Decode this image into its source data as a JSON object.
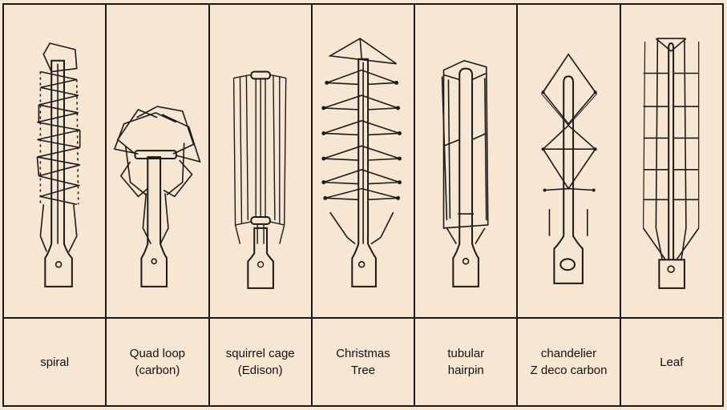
{
  "filaments": [
    {
      "id": "spiral",
      "label": "spiral"
    },
    {
      "id": "quad-loop",
      "label": "Quad loop\n(carbon)"
    },
    {
      "id": "squirrel-cage",
      "label": "squirrel cage\n(Edison)"
    },
    {
      "id": "christmas-tree",
      "label": "Christmas\nTree"
    },
    {
      "id": "tubular-hairpin",
      "label": "tubular\nhairpin"
    },
    {
      "id": "chandelier",
      "label": "chandelier\nZ deco carbon"
    },
    {
      "id": "leaf",
      "label": "Leaf"
    }
  ],
  "colors": {
    "background": "#f7e6d2",
    "ink": "#1a1a1a"
  }
}
